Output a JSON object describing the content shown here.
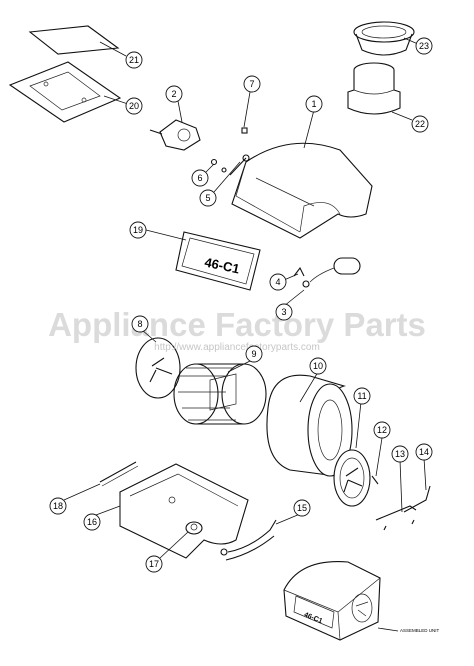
{
  "watermark": {
    "title": "Appliance Factory Parts",
    "url": "http://www.appliancefactoryparts.com"
  },
  "stamp": "46-C1",
  "assembled_label": "ASSEMBLED UNIT",
  "callouts": [
    "1",
    "2",
    "3",
    "4",
    "5",
    "6",
    "7",
    "8",
    "9",
    "10",
    "11",
    "12",
    "13",
    "14",
    "15",
    "16",
    "17",
    "18",
    "19",
    "20",
    "21",
    "22",
    "23"
  ]
}
